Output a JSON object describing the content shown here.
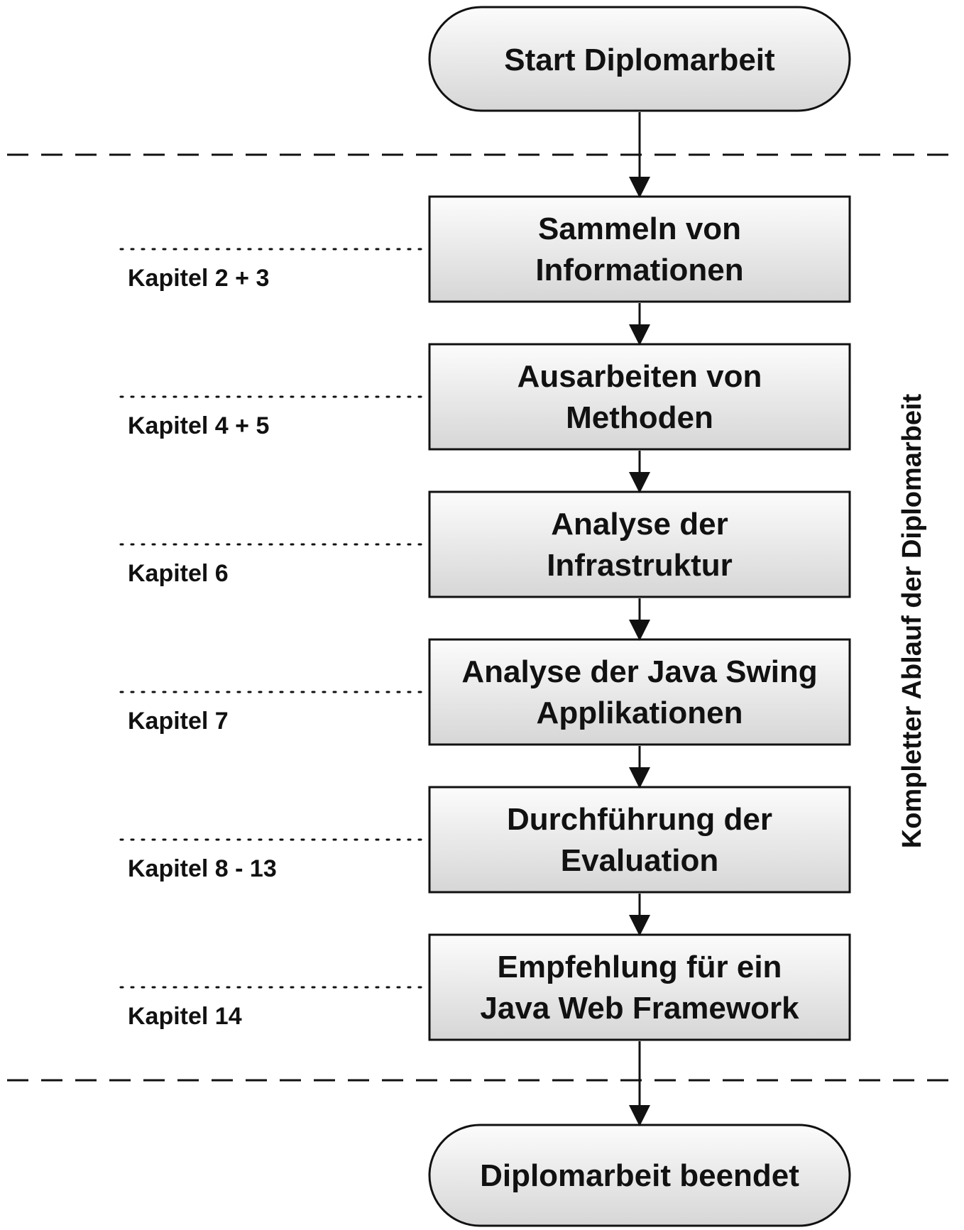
{
  "start": {
    "label": "Start Diplomarbeit"
  },
  "end": {
    "label": "Diplomarbeit beendet"
  },
  "side_label": "Kompletter Ablauf der Diplomarbeit",
  "steps": [
    {
      "line1": "Sammeln von",
      "line2": "Informationen",
      "chapter": "Kapitel 2 + 3"
    },
    {
      "line1": "Ausarbeiten von",
      "line2": "Methoden",
      "chapter": "Kapitel 4 + 5"
    },
    {
      "line1": "Analyse der",
      "line2": "Infrastruktur",
      "chapter": "Kapitel 6"
    },
    {
      "line1": "Analyse der Java Swing",
      "line2": "Applikationen",
      "chapter": "Kapitel 7"
    },
    {
      "line1": "Durchführung der",
      "line2": "Evaluation",
      "chapter": "Kapitel 8 - 13"
    },
    {
      "line1": "Empfehlung für ein",
      "line2": "Java Web Framework",
      "chapter": "Kapitel 14"
    }
  ],
  "colors": {
    "fill_top": "#fcfcfc",
    "fill_bottom": "#d6d6d6",
    "stroke": "#111111"
  }
}
